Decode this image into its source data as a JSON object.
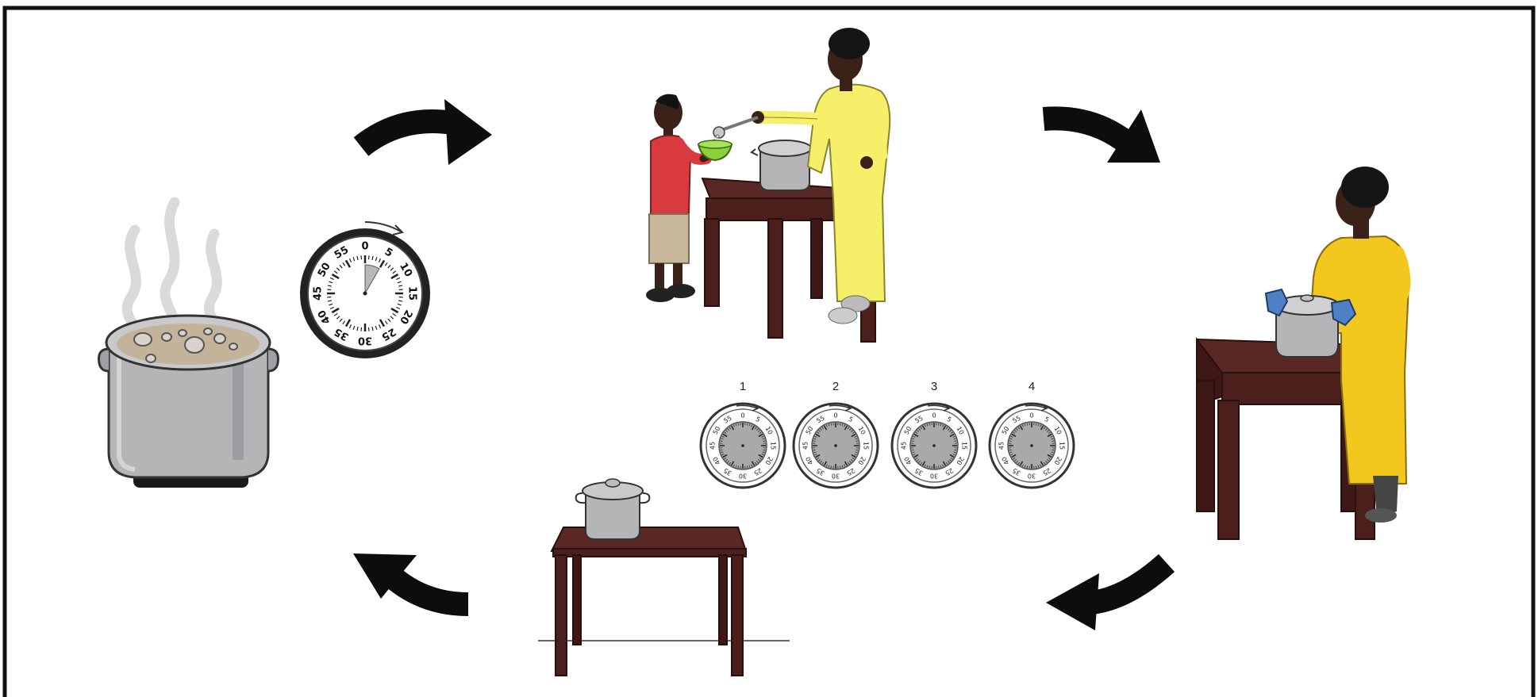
{
  "diagram": {
    "colors": {
      "frame": "#111111",
      "arrow": "#0d0d0d",
      "wood": "#4a1f1c",
      "wood_top": "#5a2824",
      "pot": "#b5b5b8",
      "pot_dark": "#8d8d91",
      "dress_yellow": "#f5ef6a",
      "dress_gold": "#f2c81e",
      "shirt_red": "#d93a3f",
      "shorts": "#c8b79a",
      "skin": "#3a2219",
      "bowl_green": "#8bd23a",
      "mitt_blue": "#4f7fc4",
      "flame": "#f07a1f",
      "steam": "#d2d2d2"
    },
    "big_timer": {
      "numbers": [
        "0",
        "5",
        "10",
        "15",
        "20",
        "25",
        "30",
        "35",
        "40",
        "45",
        "50",
        "55"
      ],
      "set_minutes": 5
    },
    "small_timers": [
      {
        "label": "1"
      },
      {
        "label": "2"
      },
      {
        "label": "3"
      },
      {
        "label": "4"
      }
    ],
    "small_timer_numbers": [
      "0",
      "5",
      "10",
      "15",
      "20",
      "25",
      "30",
      "35",
      "40",
      "45",
      "50",
      "55"
    ],
    "scenes": [
      {
        "name": "boiling-pot"
      },
      {
        "name": "serving-food"
      },
      {
        "name": "lifting-pot"
      },
      {
        "name": "pot-on-table"
      }
    ],
    "arrows": [
      {
        "name": "arrow-boil-to-serve"
      },
      {
        "name": "arrow-serve-to-lift"
      },
      {
        "name": "arrow-lift-to-table"
      },
      {
        "name": "arrow-table-to-boil"
      }
    ]
  }
}
